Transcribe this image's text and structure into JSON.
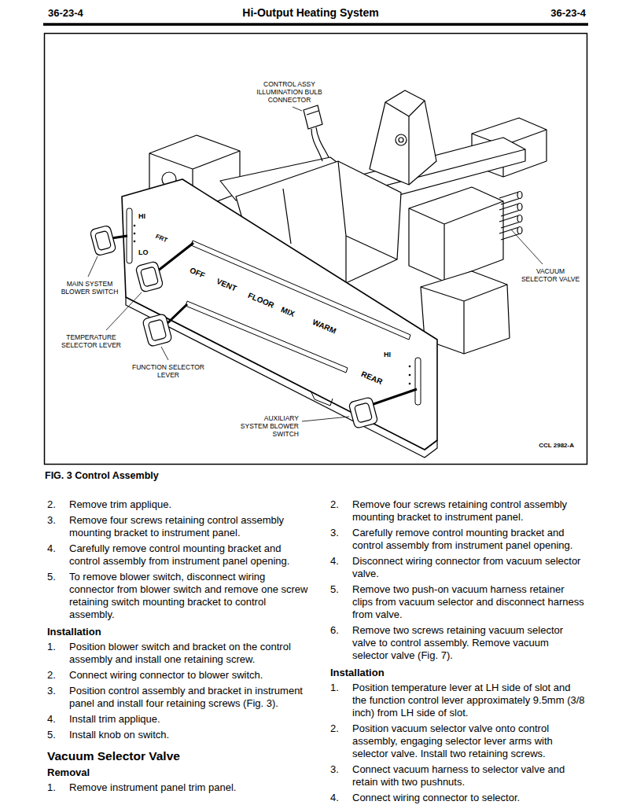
{
  "diagram": {
    "title": "Hi-Output Heating System",
    "caption": "FIG. 3 Control Assembly",
    "labels": [
      "36-23-4",
      "36-23-4",
      "CONTROL ASSY ILLUMINATION BULB CONNECTOR",
      "MAIN SYSTEM BLOWER SWITCH",
      "TEMPERATURE SELECTOR LEVER",
      "FUNCTION SELECTOR LEVER",
      "VACUUM SELECTOR VALVE",
      "AUXILIARY SYSTEM BLOWER SWITCH",
      "CCL 2982-A",
      "HI",
      "LO",
      "FRT",
      "OFF",
      "VENT",
      "FLOOR",
      "MIX",
      "WARM",
      "HI",
      "REAR",
      "2.",
      "Remove trim applique.",
      "3.",
      "Remove four screws retaining control assembly mounting bracket to instrument panel.",
      "4.",
      "Carefully remove control mounting bracket and control assembly from instrument panel opening.",
      "5.",
      "To remove blower switch, disconnect wiring connector from blower switch and remove one screw retaining switch mounting bracket to control assembly.",
      "Installation",
      "1.",
      "Position blower switch and bracket on the control assembly and install one retaining screw.",
      "2.",
      "Connect wiring connector to blower switch.",
      "3.",
      "Position control assembly and bracket in instrument panel and install four retaining screws (Fig. 3).",
      "4.",
      "Install trim applique.",
      "5.",
      "Install knob on switch.",
      "Vacuum Selector Valve",
      "Removal",
      "1.",
      "Remove instrument panel trim panel.",
      "2.",
      "Remove four screws retaining control assembly mounting bracket to instrument panel.",
      "3.",
      "Carefully remove control mounting bracket and control assembly from instrument panel opening.",
      "4.",
      "Disconnect wiring connector from vacuum selector valve.",
      "5.",
      "Remove two push-on vacuum harness retainer clips from vacuum selector and disconnect harness from valve.",
      "6.",
      "Remove two screws retaining vacuum selector valve to control assembly. Remove vacuum selector valve (Fig. 7).",
      "Installation",
      "1.",
      "Position temperature lever at LH side of slot and the function control lever approximately 9.5mm (3/8 inch) from LH side of slot.",
      "2.",
      "Position vacuum selector valve onto control assembly, engaging selector lever arms with selector valve. Install two retaining screws.",
      "3.",
      "Connect vacuum harness to selector valve and retain with two pushnuts.",
      "4.",
      "Connect wiring connector to selector."
    ]
  }
}
